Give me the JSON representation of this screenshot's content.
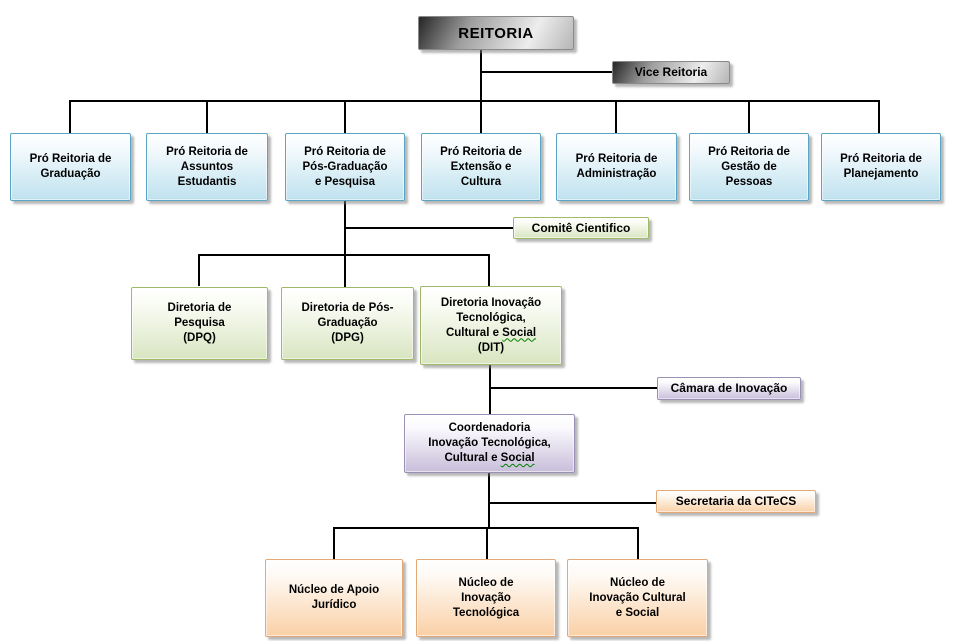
{
  "colors": {
    "line": "#000000",
    "squiggle": "#008000",
    "blue-border": "#5BA4C4",
    "blue-top": "#F4FAFD",
    "blue-bottom": "#BFE2EF",
    "green-border": "#9EB968",
    "green-top": "#FAFCF5",
    "green-bottom": "#D9E5C1",
    "purple-border": "#9C8FB5",
    "purple-top": "#FBFAFD",
    "purple-bottom": "#C8BEDA",
    "orange-border": "#E2A876",
    "orange-top": "#FEF9F3",
    "orange-bottom": "#FAD0A6",
    "metal-dark": "#262626",
    "metal-mid": "#9E9E9E",
    "metal-light": "#EDEDED"
  },
  "chart": {
    "root": {
      "label": "REITORIA"
    },
    "vice": {
      "label": "Vice Reitoria"
    },
    "pro_reitorias": [
      {
        "label": "Pró Reitoria de\nGraduação"
      },
      {
        "label": "Pró Reitoria de\nAssuntos\nEstudantis"
      },
      {
        "label": "Pró Reitoria de\nPós-Graduação\ne Pesquisa"
      },
      {
        "label": "Pró Reitoria de\nExtensão e\nCultura"
      },
      {
        "label": "Pró Reitoria de\nAdministração"
      },
      {
        "label": "Pró Reitoria de\nGestão de\nPessoas"
      },
      {
        "label": "Pró Reitoria de\nPlanejamento"
      }
    ],
    "comite": {
      "label": "Comitê Cientifico"
    },
    "diretorias": [
      {
        "label": "Diretoria de\nPesquisa\n(DPQ)"
      },
      {
        "label": "Diretoria de Pós-\nGraduação\n(DPG)"
      },
      {
        "label_pre": "Diretoria Inovação\nTecnológica,\nCultural e ",
        "label_wavy": "Social",
        "label_post": "\n(DIT)"
      }
    ],
    "camara": {
      "label": "Câmara de Inovação"
    },
    "coordenadoria": {
      "label_pre": "Coordenadoria\nInovação Tecnológica,\nCultural e ",
      "label_wavy": "Social"
    },
    "secretaria": {
      "label": "Secretaria da CITeCS"
    },
    "nucleos": [
      {
        "label": "Núcleo de Apoio\nJurídico"
      },
      {
        "label": "Núcleo de\nInovação\nTecnológica"
      },
      {
        "label": "Núcleo de\nInovação Cultural\ne Social"
      }
    ]
  }
}
